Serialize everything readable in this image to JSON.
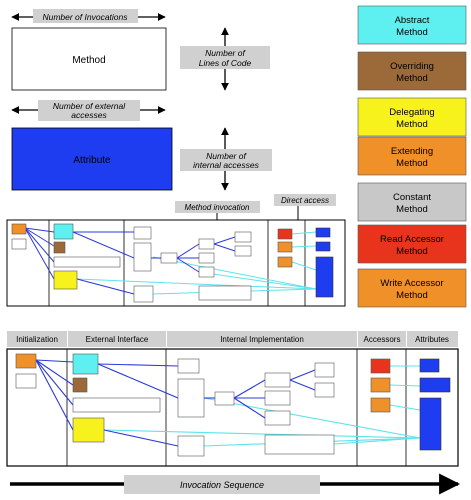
{
  "legend_top": {
    "invocations": "Number of Invocations",
    "method": "Method",
    "loc": [
      "Number of",
      "Lines of Code"
    ],
    "external": [
      "Number of external",
      "accesses"
    ],
    "attribute": "Attribute",
    "internal": [
      "Number of",
      "internal accesses"
    ]
  },
  "method_types": [
    {
      "lines": [
        "Abstract",
        "Method"
      ],
      "fill": "#5ef0f0",
      "text": "#000000"
    },
    {
      "lines": [
        "Overriding",
        "Method"
      ],
      "fill": "#9c6a38",
      "text": "#000000"
    },
    {
      "lines": [
        "Delegating",
        "Method"
      ],
      "fill": "#f7f21c",
      "text": "#000000"
    },
    {
      "lines": [
        "Extending",
        "Method"
      ],
      "fill": "#f09028",
      "text": "#000000"
    },
    {
      "lines": [
        "Constant",
        "Method"
      ],
      "fill": "#c8c8c8",
      "text": "#000000"
    },
    {
      "lines": [
        "Read Accessor",
        "Method"
      ],
      "fill": "#e8341c",
      "text": "#000000"
    },
    {
      "lines": [
        "Write Accessor",
        "Method"
      ],
      "fill": "#f09028",
      "text": "#000000"
    }
  ],
  "callouts": {
    "method_invocation": "Method invocation",
    "direct_access": "Direct access"
  },
  "layers": [
    "Initialization",
    "External Interface",
    "Internal Implementation",
    "Accessors",
    "Attributes"
  ],
  "sequence": "Invocation Sequence",
  "colors": {
    "method_invocation_edge": "#2a3ad8",
    "attribute_access_edge": "#5ee4ec",
    "attribute_fill": "#1e3cf0",
    "label_bg": "#d0d0d0"
  }
}
